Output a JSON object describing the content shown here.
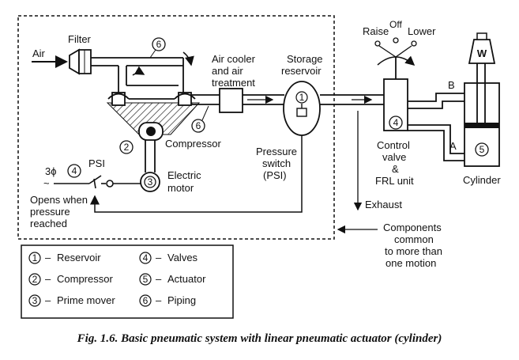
{
  "labels": {
    "air": "Air",
    "filter": "Filter",
    "air_cooler": [
      "Air cooler",
      "and air",
      "treatment"
    ],
    "storage": [
      "Storage",
      "reservoir"
    ],
    "raise": "Raise",
    "off": "Off",
    "lower": "Lower",
    "weight": "W",
    "port_b": "B",
    "port_a": "A",
    "compressor": "Compressor",
    "pressure_switch": [
      "Pressure",
      "switch",
      "(PSI)"
    ],
    "control_valve": [
      "Control",
      "valve",
      "&",
      "FRL unit"
    ],
    "cylinder": "Cylinder",
    "electric_motor": [
      "Electric",
      "motor"
    ],
    "three_phase": "3ϕ",
    "tilde": "~",
    "psi": "PSI",
    "opens_when": [
      "Opens when",
      "pressure",
      "reached"
    ],
    "exhaust": "Exhaust",
    "components_common": [
      "Components",
      "common",
      "to more than",
      "one motion"
    ]
  },
  "markers": {
    "piping_top": "6",
    "piping_mid": "6",
    "reservoir": "1",
    "compressor": "2",
    "motor": "3",
    "valve_psi": "4",
    "control_valve": "4",
    "cylinder": "5"
  },
  "legend": [
    {
      "num": "1",
      "text": "Reservoir"
    },
    {
      "num": "2",
      "text": "Compressor"
    },
    {
      "num": "3",
      "text": "Prime mover"
    },
    {
      "num": "4",
      "text": "Valves"
    },
    {
      "num": "5",
      "text": "Actuator"
    },
    {
      "num": "6",
      "text": "Piping"
    }
  ],
  "legend_dash": "–",
  "caption": "Fig. 1.6. Basic pneumatic system with linear pneumatic actuator (cylinder)"
}
